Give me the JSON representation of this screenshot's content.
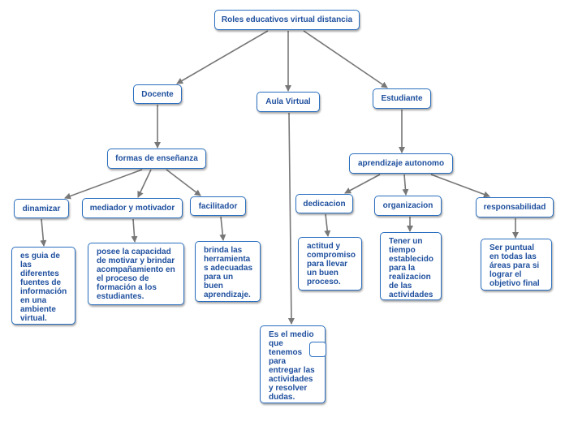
{
  "colors": {
    "border": "#2a6fbf",
    "text": "#1e4f9e",
    "edge": "#777777",
    "background": "#ffffff"
  },
  "nodes": {
    "root": "Roles educativos virtual distancia",
    "docente": "Docente",
    "aula": "Aula Virtual",
    "estudiante": "Estudiante",
    "formas": "formas de enseñanza",
    "dinamizar": "dinamizar",
    "mediador": "mediador y motivador",
    "facilitador": "facilitador",
    "aprendizaje": "aprendizaje autonomo",
    "dedicacion": "dedicacion",
    "organizacion": "organizacion",
    "responsabilidad": "responsabilidad"
  },
  "notes": {
    "dinamizar": "es guia de\nlas\ndiferentes\nfuentes de\ninformación\nen una\nambiente\nvirtual.",
    "mediador": "posee la capacidad\nde motivar y brindar\nacompañamiento en\nel proceso de\nformación a los\nestudiantes.",
    "facilitador": "brinda las\nherramienta\ns adecuadas\npara un\nbuen\naprendizaje.",
    "dedicacion": "actitud y\ncompromiso\npara llevar\nun buen\nproceso.",
    "organizacion": "Tener un\ntiempo\nestablecido\npara la\nrealizacion\nde las\nactividades",
    "responsabilidad": "Ser puntual\nen todas las\náreas para si\nlograr el\nobjetivo final",
    "aula": "Es el medio\nque\ntenemos\npara\nentregar las\nactividades\ny resolver\ndudas."
  }
}
